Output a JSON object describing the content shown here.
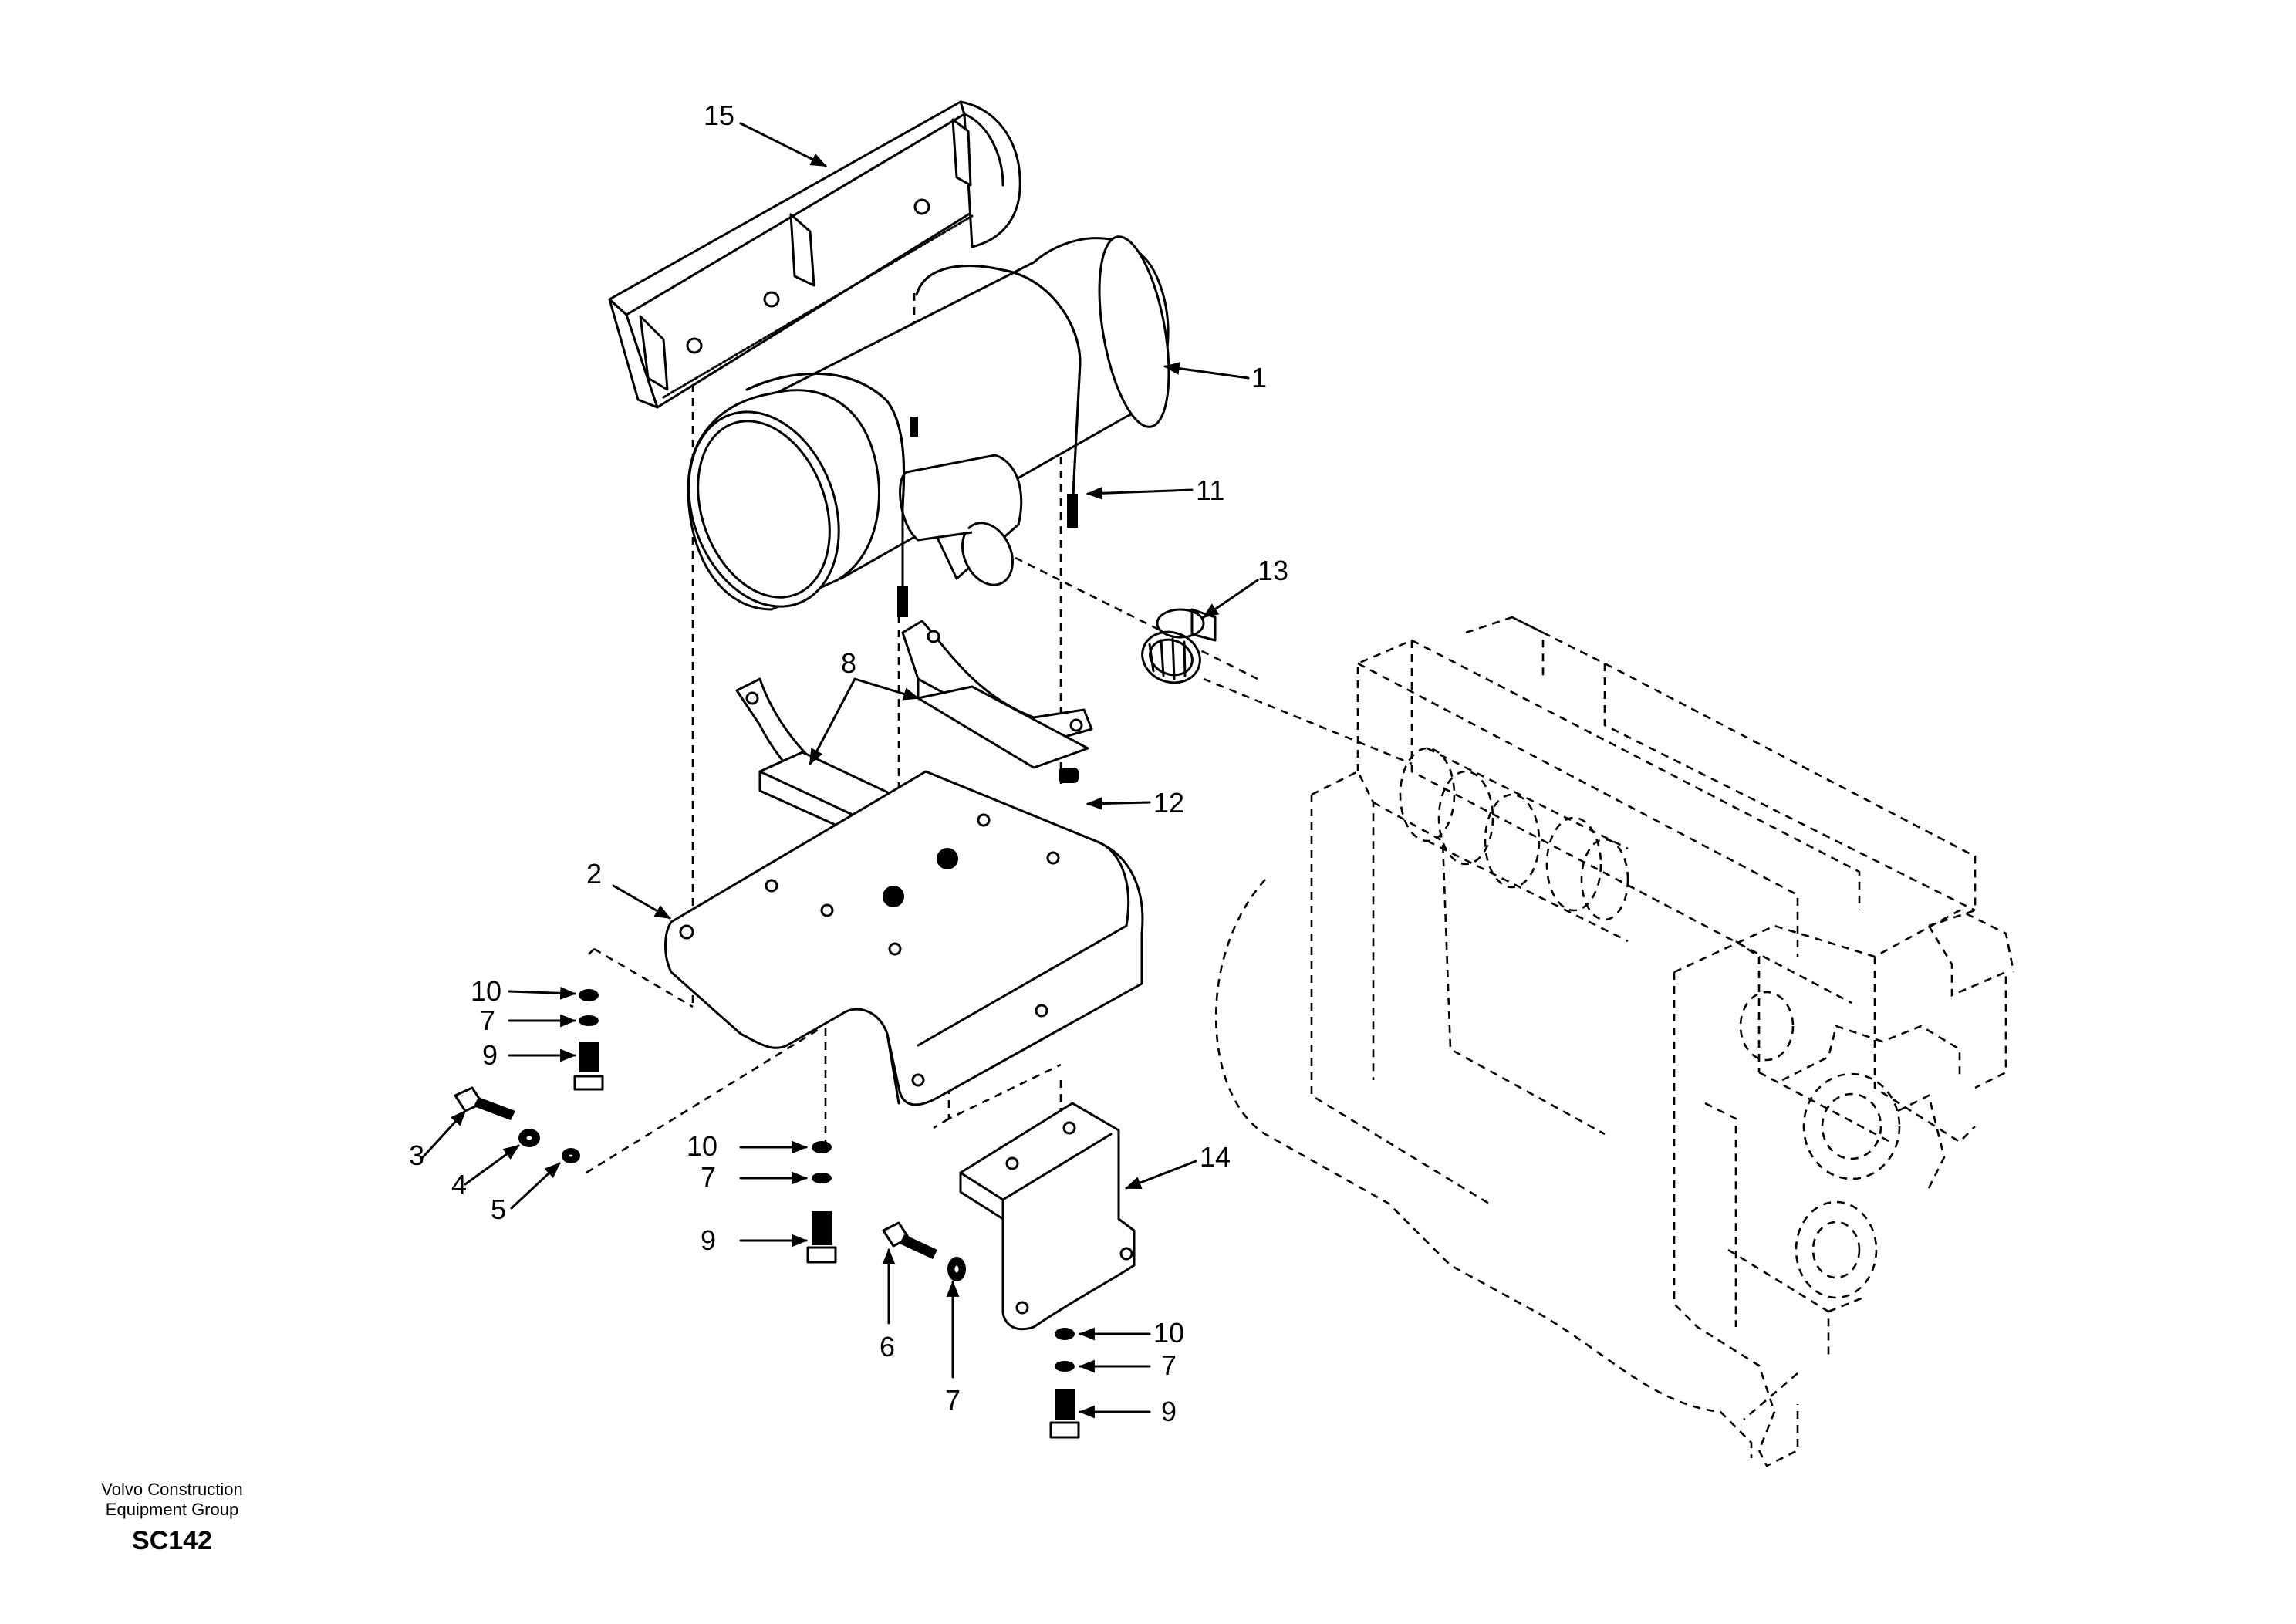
{
  "footer": {
    "company_line1": "Volvo Construction",
    "company_line2": "Equipment Group",
    "code": "SC142"
  },
  "callouts": [
    "15",
    "1",
    "11",
    "13",
    "8",
    "12",
    "2",
    "10",
    "7",
    "9",
    "3",
    "4",
    "5",
    "10",
    "7",
    "9",
    "14",
    "6",
    "7",
    "10",
    "7",
    "9"
  ]
}
